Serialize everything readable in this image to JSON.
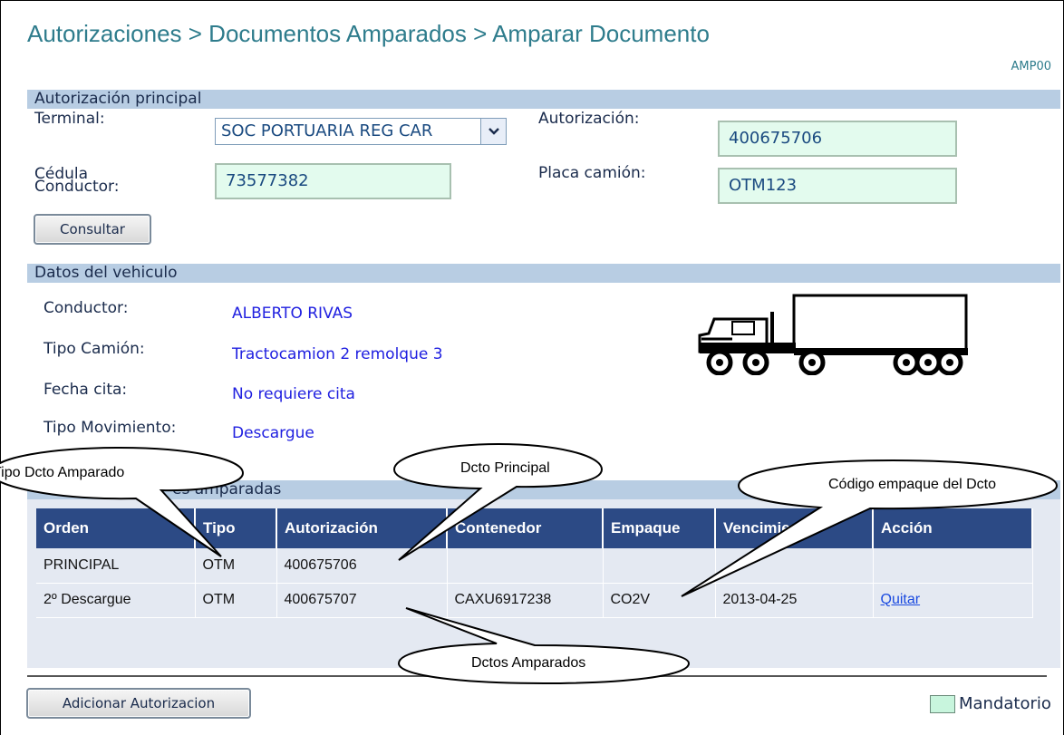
{
  "breadcrumb": "Autorizaciones > Documentos Amparados > Amparar Documento",
  "screen_code": "AMP00",
  "section_principal": "Autorización principal",
  "terminal": {
    "label": "Terminal:",
    "value": "SOC PORTUARIA REG CAR"
  },
  "autorizacion": {
    "label": "Autorización:",
    "value": "400675706"
  },
  "cedula": {
    "label_line1": "Cédula",
    "label_line2": "Conductor:",
    "value": "73577382"
  },
  "placa": {
    "label": "Placa camión:",
    "value": "OTM123"
  },
  "consultar_label": "Consultar",
  "section_vehiculo": "Datos del vehiculo",
  "vehiculo": {
    "conductor_label": "Conductor:",
    "conductor_value": "ALBERTO RIVAS",
    "tipo_camion_label": "Tipo Camión:",
    "tipo_camion_value": "Tractocamion 2 remolque 3",
    "fecha_cita_label": "Fecha cita:",
    "fecha_cita_value": "No requiere cita",
    "tipo_mov_label": "Tipo Movimiento:",
    "tipo_mov_value": "Descargue"
  },
  "section_amparadas_visible": "es amparadas",
  "table": {
    "headers": [
      "Orden",
      "Tipo",
      "Autorización",
      "Contenedor",
      "Empaque",
      "Vencimiento",
      "Acción"
    ],
    "rows": [
      {
        "orden": "PRINCIPAL",
        "tipo": "OTM",
        "autorizacion": "400675706",
        "contenedor": "",
        "empaque": "",
        "vencimiento": "",
        "accion": ""
      },
      {
        "orden": "2º Descargue",
        "tipo": "OTM",
        "autorizacion": "400675707",
        "contenedor": "CAXU6917238",
        "empaque": "CO2V",
        "vencimiento": "2013-04-25",
        "accion": "Quitar"
      }
    ]
  },
  "adicionar_label": "Adicionar Autorizacion",
  "legend_label": "Mandatorio",
  "callouts": {
    "tipo_dcto": "Tipo Dcto Amparado",
    "dcto_principal": "Dcto Principal",
    "codigo_empaque": "Código empaque del Dcto",
    "dctos_amparados": "Dctos Amparados"
  },
  "colors": {
    "mandatory_bg": "#e3fbee",
    "section_bar": "#b8cde3",
    "table_header": "#2c4a85",
    "value_text": "#2020e0"
  }
}
